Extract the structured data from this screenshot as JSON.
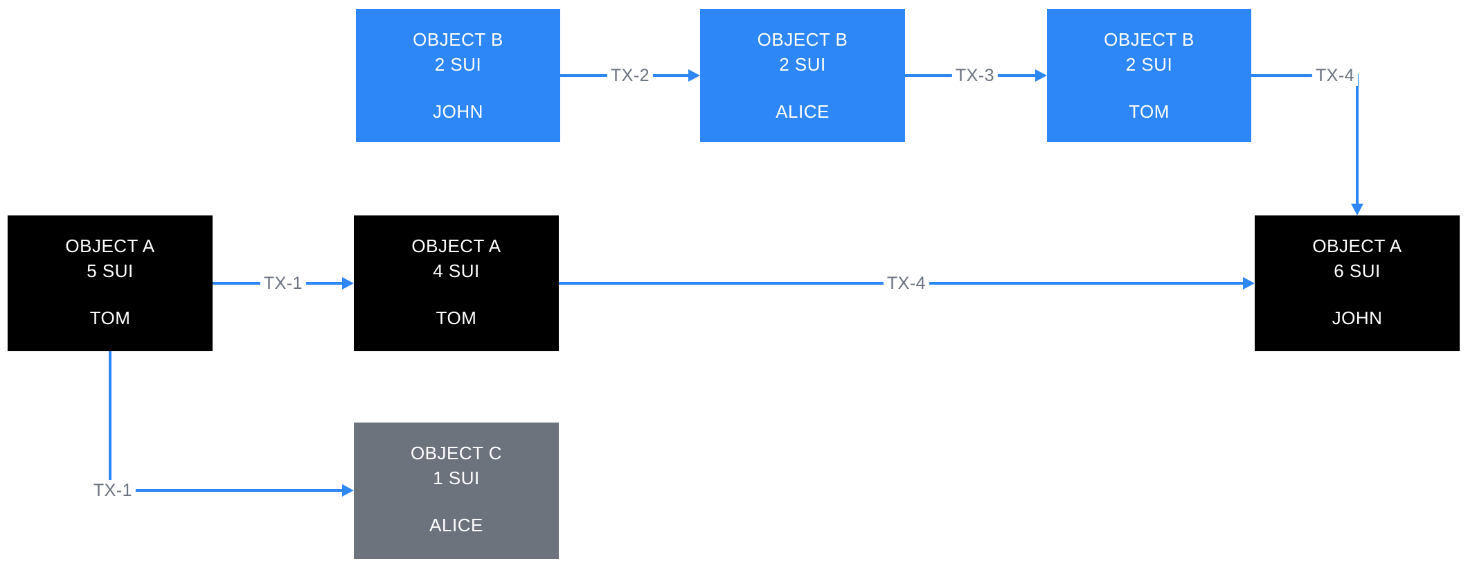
{
  "diagram": {
    "background": "#ffffff",
    "colors": {
      "node_blue": "#2e87f7",
      "node_black": "#000000",
      "node_gray": "#6c737d",
      "arrow": "#2e87f7",
      "edge_label": "#6b7280",
      "node_text": "#ffffff"
    },
    "icons": {
      "arrowhead-icon": "css-triangle"
    },
    "nodes": [
      {
        "id": "object-b-john",
        "title": "OBJECT B",
        "amount": "2 SUI",
        "owner": "JOHN",
        "color": "blue"
      },
      {
        "id": "object-b-alice",
        "title": "OBJECT B",
        "amount": "2 SUI",
        "owner": "ALICE",
        "color": "blue"
      },
      {
        "id": "object-b-tom",
        "title": "OBJECT B",
        "amount": "2 SUI",
        "owner": "TOM",
        "color": "blue"
      },
      {
        "id": "object-a-5-tom",
        "title": "OBJECT A",
        "amount": "5 SUI",
        "owner": "TOM",
        "color": "black"
      },
      {
        "id": "object-a-4-tom",
        "title": "OBJECT A",
        "amount": "4 SUI",
        "owner": "TOM",
        "color": "black"
      },
      {
        "id": "object-a-6-john",
        "title": "OBJECT A",
        "amount": "6 SUI",
        "owner": "JOHN",
        "color": "black"
      },
      {
        "id": "object-c-alice",
        "title": "OBJECT C",
        "amount": "1 SUI",
        "owner": "ALICE",
        "color": "gray"
      }
    ],
    "edges": [
      {
        "label": "TX-1",
        "from": "object-a-5-tom",
        "to": "object-a-4-tom"
      },
      {
        "label": "TX-1",
        "from": "object-a-5-tom",
        "to": "object-c-alice"
      },
      {
        "label": "TX-2",
        "from": "object-b-john",
        "to": "object-b-alice"
      },
      {
        "label": "TX-3",
        "from": "object-b-alice",
        "to": "object-b-tom"
      },
      {
        "label": "TX-4",
        "from": "object-b-tom",
        "to": "object-a-6-john"
      },
      {
        "label": "TX-4",
        "from": "object-a-4-tom",
        "to": "object-a-6-john"
      }
    ]
  }
}
